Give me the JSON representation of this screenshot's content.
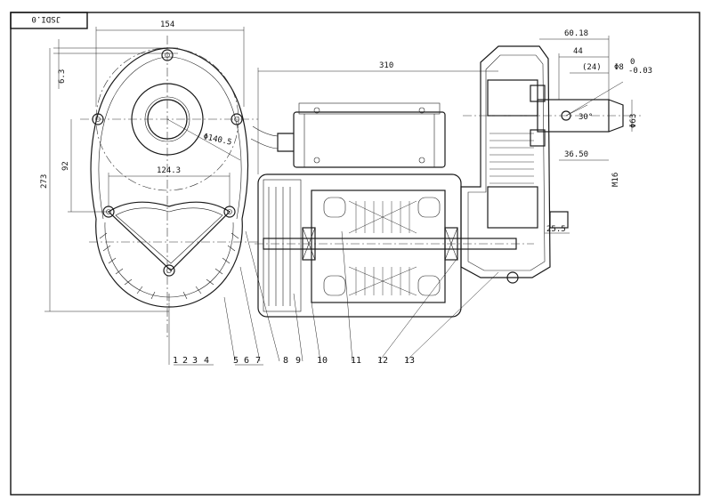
{
  "title_block": {
    "code": "JSDI.0"
  },
  "dimensions": {
    "d154": "154",
    "d63": "6.3",
    "d273": "273",
    "d92": "92",
    "d1243": "124.3",
    "d1405": "Φ140.5",
    "d310": "310",
    "d6018": "60.18",
    "d44": "44",
    "d24": "(24)",
    "d8": "Φ8",
    "d8tol_up": "0",
    "d8tol_dn": "-0.03",
    "d30": "30°",
    "d63dia": "Φ63",
    "d3650": "36.50",
    "m16": "M16",
    "d255": "25.5"
  },
  "part_labels": [
    "1",
    "2",
    "3",
    "4",
    "5",
    "6",
    "7",
    "8",
    "9",
    "10",
    "11",
    "12",
    "13"
  ]
}
